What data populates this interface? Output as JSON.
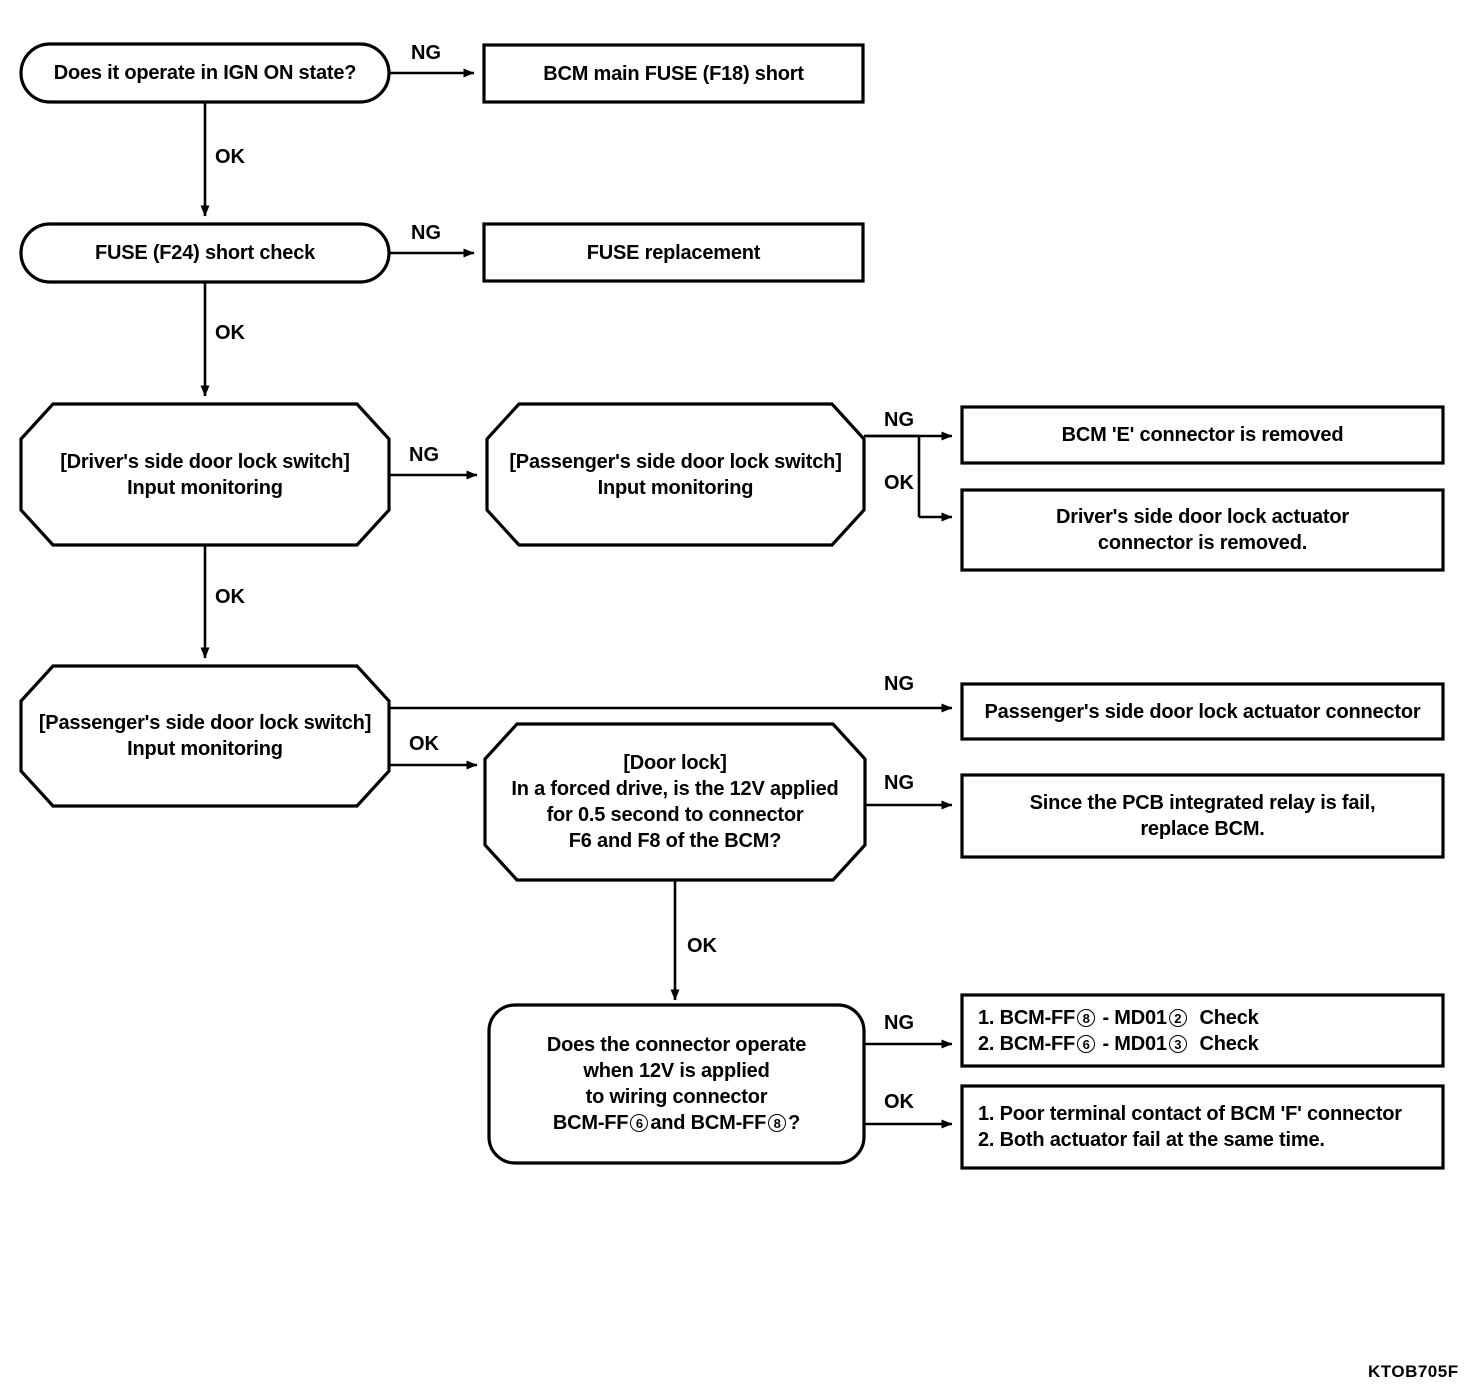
{
  "diagram": {
    "figure_code": "KTOB705F",
    "nodes": {
      "n1": {
        "text": "Does it operate in IGN ON state?",
        "shape": "stadium"
      },
      "n1_ng": {
        "text": "BCM main FUSE (F18) short",
        "shape": "rect"
      },
      "n2": {
        "text": "FUSE (F24) short check",
        "shape": "stadium"
      },
      "n2_ng": {
        "text": "FUSE replacement",
        "shape": "rect"
      },
      "n3": {
        "line1": "[Driver's side door lock switch]",
        "line2": "Input monitoring",
        "shape": "octagon"
      },
      "n4": {
        "line1": "[Passenger's side door lock switch]",
        "line2": "Input monitoring",
        "shape": "octagon"
      },
      "n4_ng": {
        "text": "BCM 'E' connector is removed",
        "shape": "rect"
      },
      "n4_ok_line1": "Driver's side door lock actuator",
      "n4_ok_line2": "connector is removed.",
      "n5": {
        "line1": "[Passenger's side door lock switch]",
        "line2": "Input monitoring",
        "shape": "octagon"
      },
      "n5_ng": {
        "text": "Passenger's side door lock actuator connector",
        "shape": "rect"
      },
      "n6": {
        "line1": "[Door lock]",
        "line2": "In a forced drive, is the 12V applied",
        "line3": "for 0.5 second to connector",
        "line4": "F6 and F8 of the BCM?",
        "shape": "octagon"
      },
      "n6_ng_line1": "Since the PCB integrated relay is fail,",
      "n6_ng_line2": "replace BCM.",
      "n7": {
        "line1": "Does the connector operate",
        "line2": "when 12V is applied",
        "line3": "to wiring connector",
        "line4_a": "BCM-FF",
        "line4_num1": "6",
        "line4_b": "and BCM-FF",
        "line4_num2": "8",
        "line4_c": "?",
        "shape": "rounded-rect"
      },
      "n7_ng_l1_a": "1. BCM-FF",
      "n7_ng_l1_n1": "8",
      "n7_ng_l1_b": "- MD01",
      "n7_ng_l1_n2": "2",
      "n7_ng_l1_c": "Check",
      "n7_ng_l2_a": "2. BCM-FF",
      "n7_ng_l2_n1": "6",
      "n7_ng_l2_b": "- MD01",
      "n7_ng_l2_n2": "3",
      "n7_ng_l2_c": "Check",
      "n7_ok_line1": "1. Poor terminal contact of BCM 'F' connector",
      "n7_ok_line2": "2. Both actuator fail at the same time."
    },
    "edges": [
      {
        "id": "e1",
        "label": "NG",
        "from": "n1",
        "to": "n1_ng"
      },
      {
        "id": "e2",
        "label": "OK",
        "from": "n1",
        "to": "n2"
      },
      {
        "id": "e3",
        "label": "NG",
        "from": "n2",
        "to": "n2_ng"
      },
      {
        "id": "e4",
        "label": "OK",
        "from": "n2",
        "to": "n3"
      },
      {
        "id": "e5",
        "label": "NG",
        "from": "n3",
        "to": "n4"
      },
      {
        "id": "e6",
        "label": "OK",
        "from": "n3",
        "to": "n5"
      },
      {
        "id": "e7",
        "label": "NG",
        "from": "n4",
        "to": "n4_ng"
      },
      {
        "id": "e8",
        "label": "OK",
        "from": "n4",
        "to": "n4_ok"
      },
      {
        "id": "e9",
        "label": "NG",
        "from": "n5",
        "to": "n5_ng"
      },
      {
        "id": "e10",
        "label": "OK",
        "from": "n5",
        "to": "n6"
      },
      {
        "id": "e11",
        "label": "NG",
        "from": "n6",
        "to": "n6_ng"
      },
      {
        "id": "e12",
        "label": "OK",
        "from": "n6",
        "to": "n7"
      },
      {
        "id": "e13",
        "label": "NG",
        "from": "n7",
        "to": "n7_ng"
      },
      {
        "id": "e14",
        "label": "OK",
        "from": "n7",
        "to": "n7_ok"
      }
    ],
    "colors": {
      "stroke": "#000000",
      "fill": "#ffffff",
      "text": "#000000"
    }
  }
}
